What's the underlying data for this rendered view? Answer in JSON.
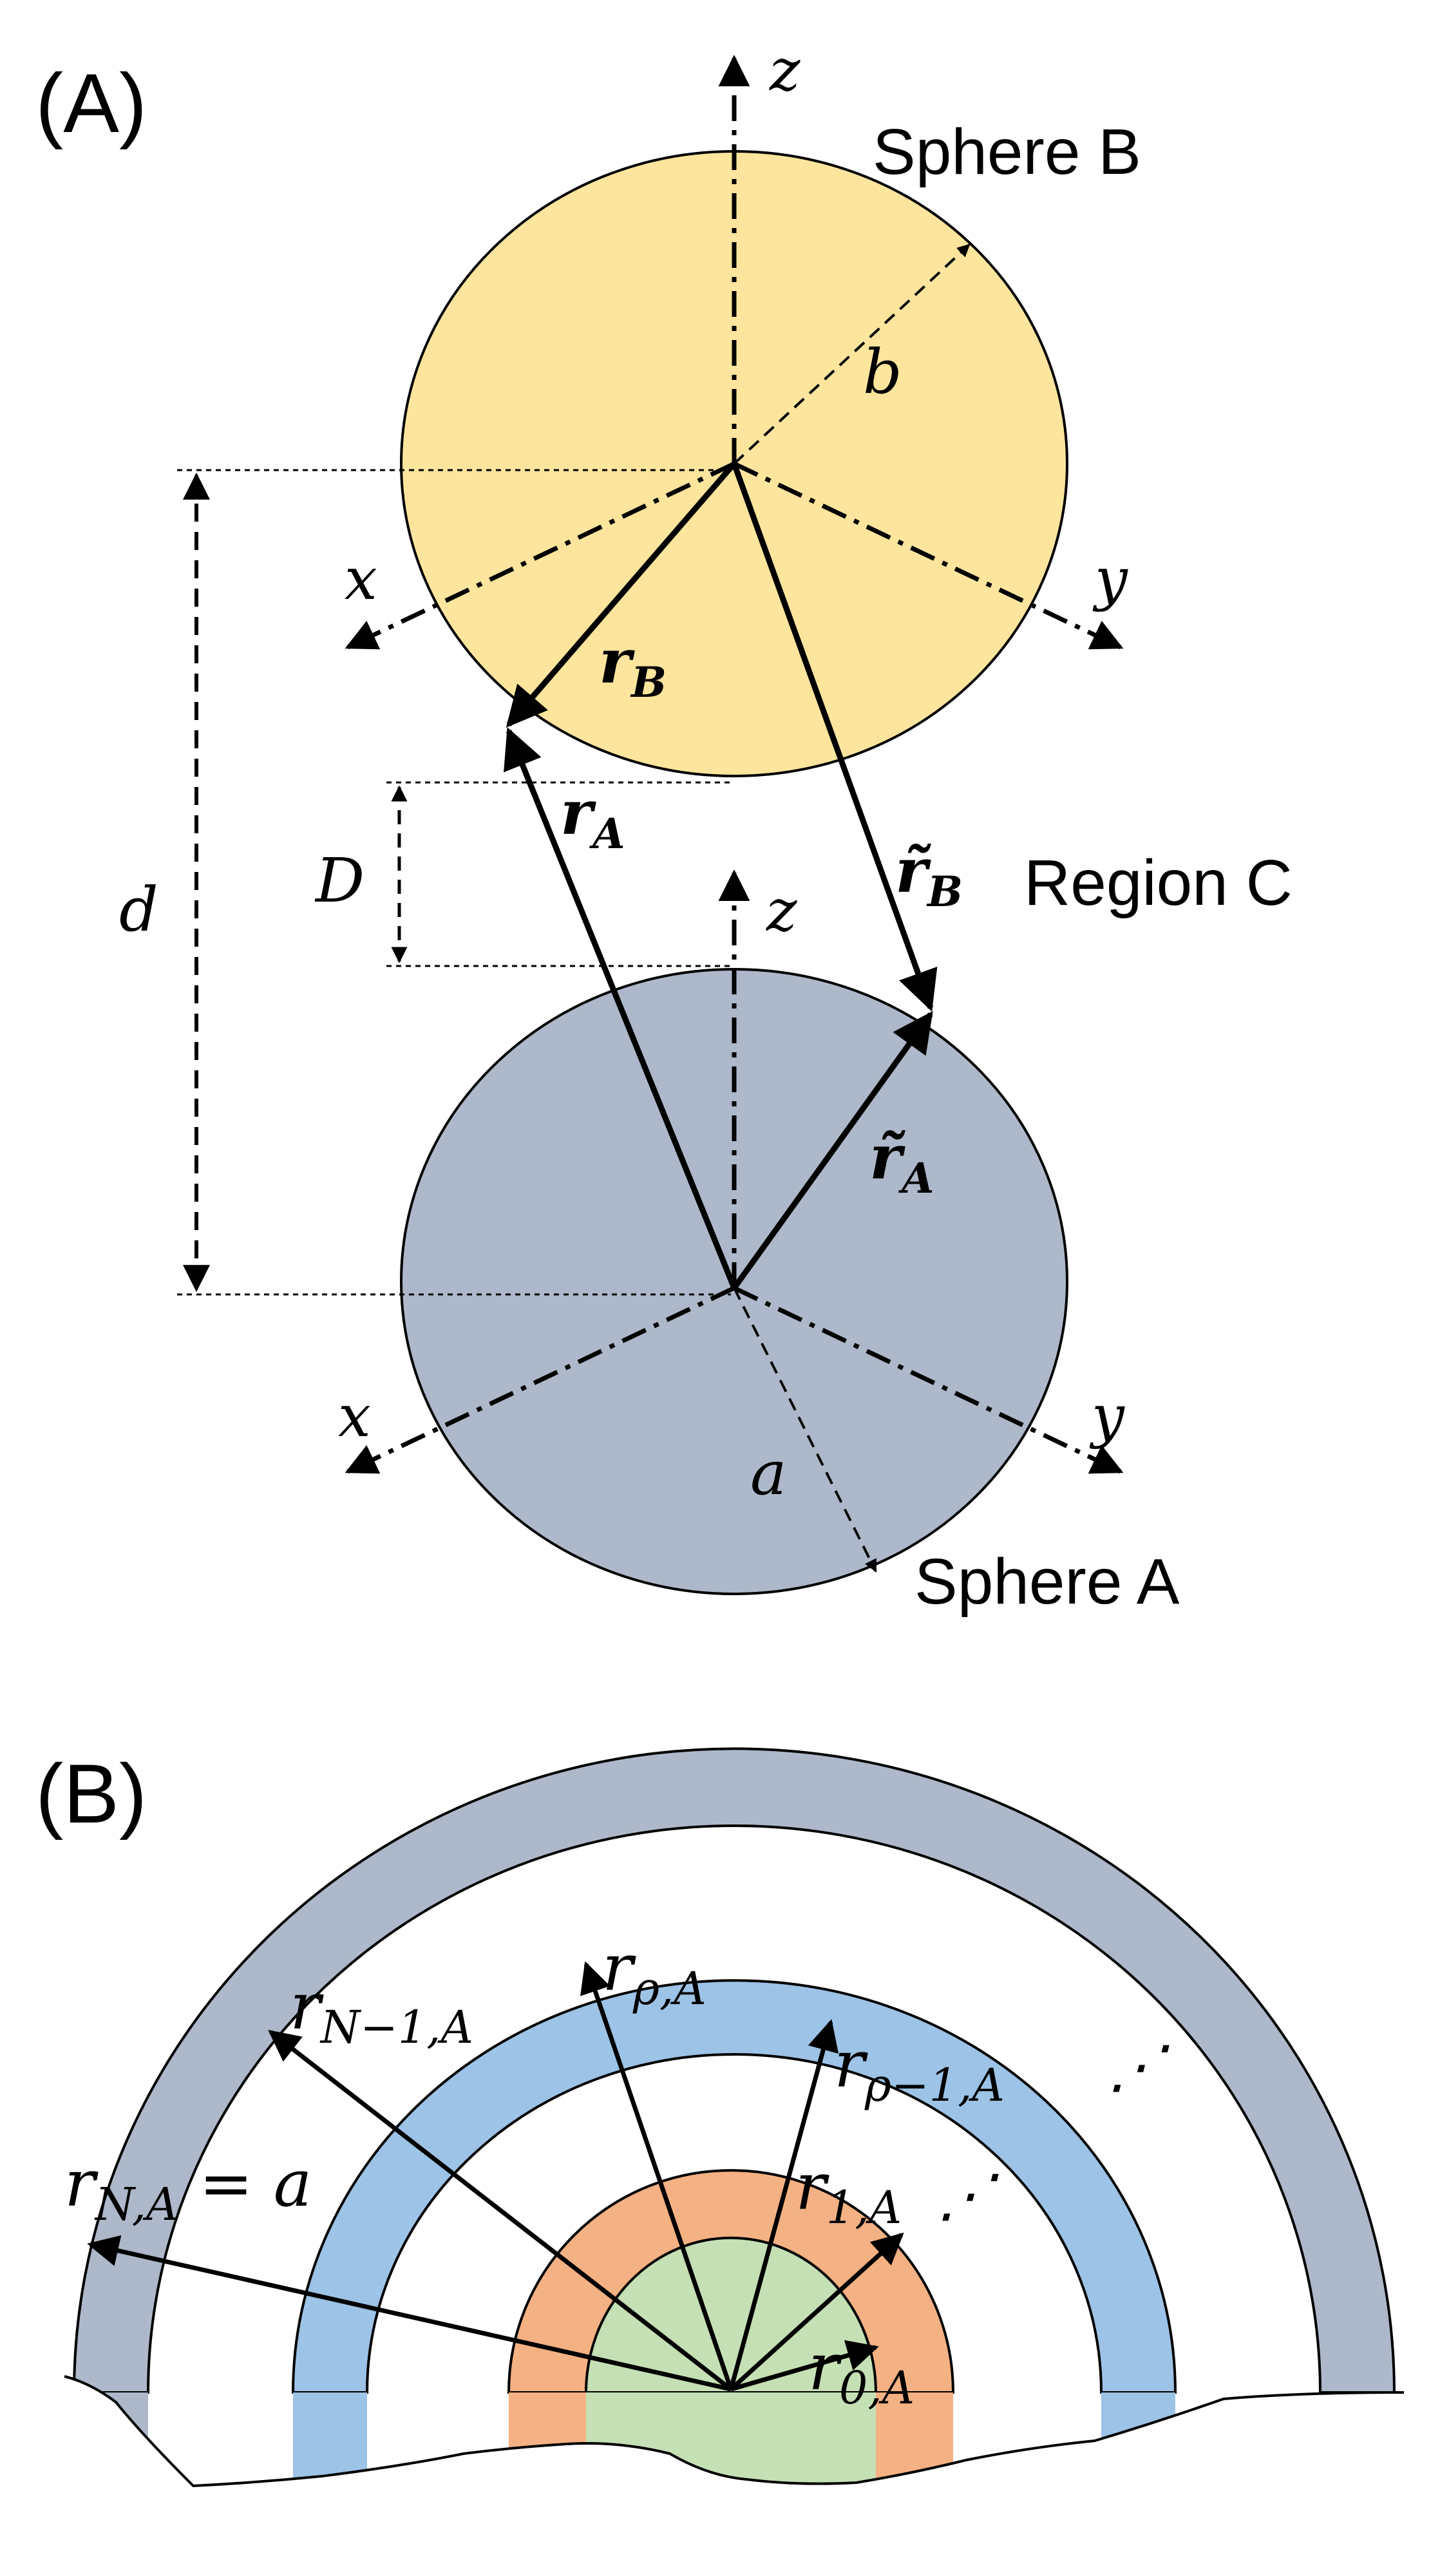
{
  "panel_a": {
    "label": "(A)",
    "sphere_b_label": "Sphere B",
    "sphere_a_label": "Sphere A",
    "region_label": "Region C",
    "axes_top": {
      "z": "z",
      "x": "x",
      "y": "y"
    },
    "axes_bottom": {
      "z": "z",
      "x": "x",
      "y": "y"
    },
    "radius_b": "b",
    "radius_a": "a",
    "dist_d": "d",
    "gap_D": "D",
    "vec_rB": {
      "main": "r",
      "sub": "B"
    },
    "vec_rA": {
      "main": "r",
      "sub": "A"
    },
    "vec_rB_tilde": {
      "main": "r̃",
      "sub": "B"
    },
    "vec_rA_tilde": {
      "main": "r̃",
      "sub": "A"
    }
  },
  "panel_b": {
    "label": "(B)",
    "r_N": {
      "main": "r",
      "sub": "N,A",
      "tail": " = a"
    },
    "r_N1": {
      "main": "r",
      "sub": "N−1,A"
    },
    "r_rho": {
      "main": "r",
      "sub": "ρ,A"
    },
    "r_rho1": {
      "main": "r",
      "sub": "ρ−1,A"
    },
    "r_1": {
      "main": "r",
      "sub": "1,A"
    },
    "r_0": {
      "main": "r",
      "sub": "0,A"
    },
    "ellipsis_upper": "⋰",
    "ellipsis_lower": "⋰"
  },
  "colors": {
    "sphere_b_fill": "#FDE59E",
    "sphere_a_fill": "#ADB9CA",
    "shell_grey": "#ADB9CA",
    "shell_blue": "#9DC3E6",
    "shell_orange": "#F4B183",
    "core_green": "#C5E0B4"
  }
}
